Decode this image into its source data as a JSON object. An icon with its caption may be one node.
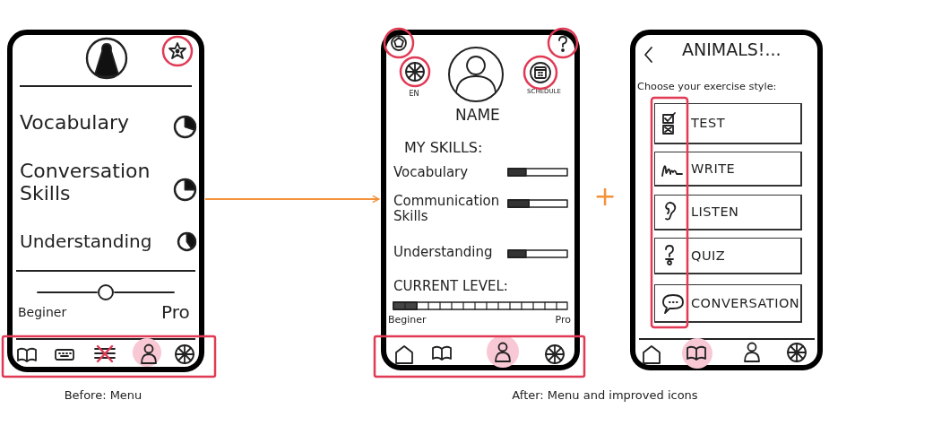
{
  "diagram": {
    "nodes": [
      {
        "text": [
          "Vocabulary",
          "Conversation Skills",
          "Understanding",
          "Beginer",
          "Pro"
        ]
      },
      {
        "text": [
          "EN",
          "SCHEDULE",
          "NAME",
          "MY SKILLS:",
          "Vocabulary",
          "Communication Skills",
          "Understanding",
          "CURRENT LEVEL:",
          "Beginer",
          "Pro"
        ]
      },
      {
        "text": [
          "ANIMALS!...",
          "Choose your exercise style:"
        ]
      },
      {
        "text": [
          "TEST"
        ],
        "in": 2
      },
      {
        "text": [
          "WRITE"
        ],
        "in": 2
      },
      {
        "text": [
          "LISTEN"
        ],
        "in": 2
      },
      {
        "text": [
          "QUIZ"
        ],
        "in": 2
      },
      {
        "text": [
          "CONVERSATION"
        ],
        "in": 2
      }
    ],
    "edges": [
      {
        "from": 0,
        "to": 1,
        "arrow": "to"
      }
    ],
    "labels": [
      "+",
      "Before: Menu",
      "After: Menu and improved icons"
    ]
  }
}
